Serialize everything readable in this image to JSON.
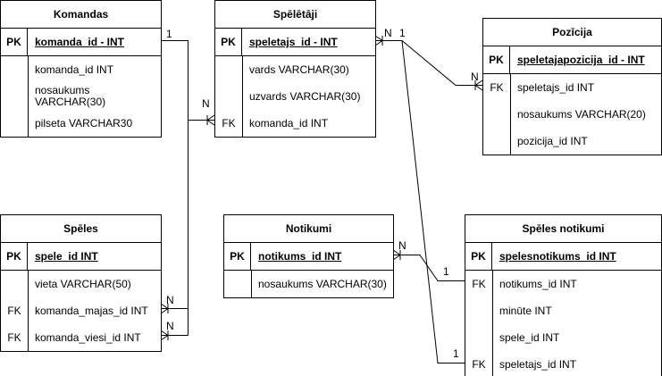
{
  "entities": [
    {
      "id": "komandas",
      "title": "Komandas",
      "pk": {
        "key": "PK",
        "field": "komanda_id - INT"
      },
      "rows": [
        {
          "key": "",
          "field": "komanda_id INT"
        },
        {
          "key": "",
          "field": "nosaukums VARCHAR(30)"
        },
        {
          "key": "",
          "field": "pilseta VARCHAR30"
        }
      ]
    },
    {
      "id": "speletaji",
      "title": "Spēlētāji",
      "pk": {
        "key": "PK",
        "field": "speletajs_id - INT"
      },
      "rows": [
        {
          "key": "",
          "field": "vards VARCHAR(30)"
        },
        {
          "key": "",
          "field": "uzvards VARCHAR(30)"
        },
        {
          "key": "FK",
          "field": "komanda_id INT"
        }
      ]
    },
    {
      "id": "pozicija",
      "title": "Pozīcija",
      "pk": {
        "key": "PK",
        "field": "speletajapozicija_id - INT"
      },
      "rows": [
        {
          "key": "FK",
          "field": "speletajs_id INT"
        },
        {
          "key": "",
          "field": "nosaukums VARCHAR(20)"
        },
        {
          "key": "",
          "field": "pozicija_id INT"
        }
      ]
    },
    {
      "id": "speles",
      "title": "Spēles",
      "pk": {
        "key": "PK",
        "field": "spele_id INT"
      },
      "rows": [
        {
          "key": "",
          "field": "vieta VARCHAR(50)"
        },
        {
          "key": "FK",
          "field": "komanda_majas_id INT"
        },
        {
          "key": "FK",
          "field": "komanda_viesi_id INT"
        }
      ]
    },
    {
      "id": "notikumi",
      "title": "Notikumi",
      "pk": {
        "key": "PK",
        "field": "notikums_id INT"
      },
      "rows": [
        {
          "key": "",
          "field": "nosaukums VARCHAR(30)"
        }
      ]
    },
    {
      "id": "speles-notikumi",
      "title": "Spēles notikumi",
      "pk": {
        "key": "PK",
        "field": "spelesnotikums_id INT"
      },
      "rows": [
        {
          "key": "FK",
          "field": "notikums_id INT"
        },
        {
          "key": "",
          "field": "minūte INT"
        },
        {
          "key": "",
          "field": "spele_id INT"
        },
        {
          "key": "FK",
          "field": "speletajs_id INT"
        }
      ]
    }
  ],
  "cardinality": {
    "komandas_1": "1",
    "speletaji_n": "N",
    "speletaji_pk_n": "N",
    "speletaji_pk_1": "1",
    "pozicija_n": "N",
    "notikumi_n": "N",
    "sn_notikums_1": "1",
    "sn_speletajs_1": "1",
    "speles_majas_n": "N",
    "speles_viesi_n": "N"
  }
}
